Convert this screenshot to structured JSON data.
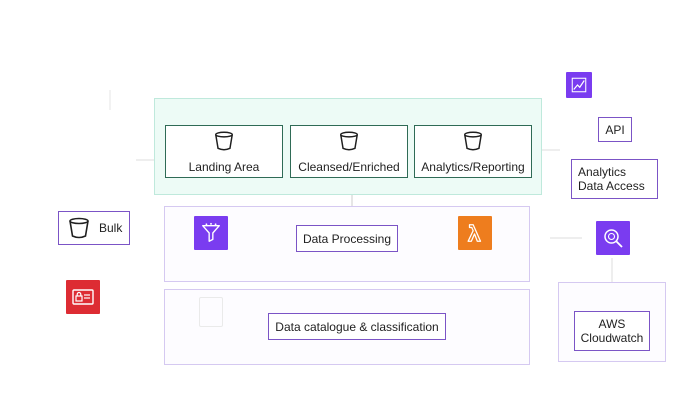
{
  "storage_zones": [
    {
      "label": "Landing Area",
      "icon": "bucket-icon"
    },
    {
      "label": "Cleansed/Enriched",
      "icon": "bucket-icon"
    },
    {
      "label": "Analytics/Reporting",
      "icon": "bucket-icon"
    }
  ],
  "processing": {
    "label": "Data Processing"
  },
  "catalogue": {
    "label": "Data catalogue & classification"
  },
  "ingestion": {
    "bulk_label": "Bulk"
  },
  "consumption": {
    "api_label": "API",
    "analytics_label": "Analytics Data Access"
  },
  "monitoring": {
    "cloudwatch_label": "AWS Cloudwatch"
  },
  "colors": {
    "storage_border": "#2f6b56",
    "storage_band": "#edfbf6",
    "box_border": "#7b54c6",
    "glue_tile": "#7a3cf0",
    "lambda_tile": "#ee7d1e",
    "security_tile": "#dd2c33",
    "analytics_tile": "#7a3cf0"
  }
}
